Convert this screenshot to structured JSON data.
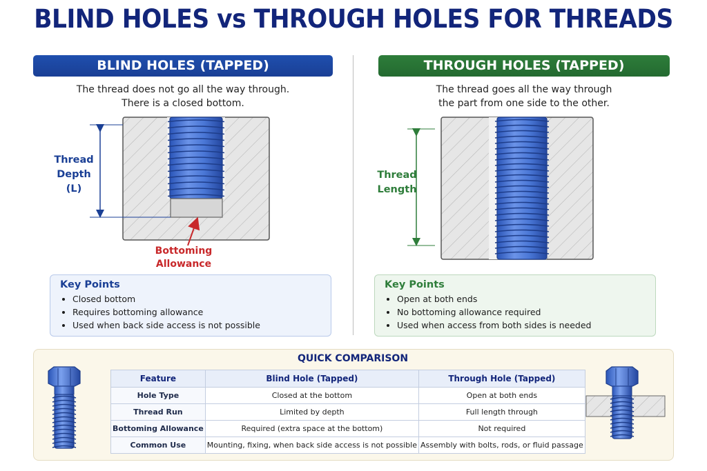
{
  "title": "BLIND HOLES vs THROUGH HOLES FOR THREADS",
  "blind": {
    "banner": "BLIND HOLES (TAPPED)",
    "desc_line1": "The thread does not go all the way through.",
    "desc_line2": "There is a closed bottom.",
    "depth_label_1": "Thread",
    "depth_label_2": "Depth",
    "depth_label_3": "(L)",
    "bottoming_label_1": "Bottoming",
    "bottoming_label_2": "Allowance",
    "key_points_title": "Key Points",
    "key_points": [
      "Closed bottom",
      "Requires bottoming allowance",
      "Used when back side access is not possible"
    ]
  },
  "through": {
    "banner": "THROUGH HOLES (TAPPED)",
    "desc_line1": "The thread goes all the way through",
    "desc_line2": "the part from one side to the other.",
    "length_label_1": "Thread",
    "length_label_2": "Length",
    "key_points_title": "Key Points",
    "key_points": [
      "Open at both ends",
      "No bottoming allowance required",
      "Used when access from both sides is needed"
    ]
  },
  "comparison": {
    "title": "QUICK COMPARISON",
    "headers": [
      "Feature",
      "Blind Hole (Tapped)",
      "Through Hole (Tapped)"
    ],
    "rows": [
      [
        "Hole Type",
        "Closed at the bottom",
        "Open at both ends"
      ],
      [
        "Thread Run",
        "Limited by depth",
        "Full length through"
      ],
      [
        "Bottoming Allowance",
        "Required (extra space at the bottom)",
        "Not required"
      ],
      [
        "Common Use",
        "Mounting, fixing, when back side access is not possible",
        "Assembly with bolts, rods, or fluid passage"
      ]
    ]
  },
  "colors": {
    "title": "#12257a",
    "blind_accent": "#1a3f95",
    "through_accent": "#2e7d3a",
    "thread_blue": "#3f6fd1",
    "allowance_red": "#c8282a"
  }
}
